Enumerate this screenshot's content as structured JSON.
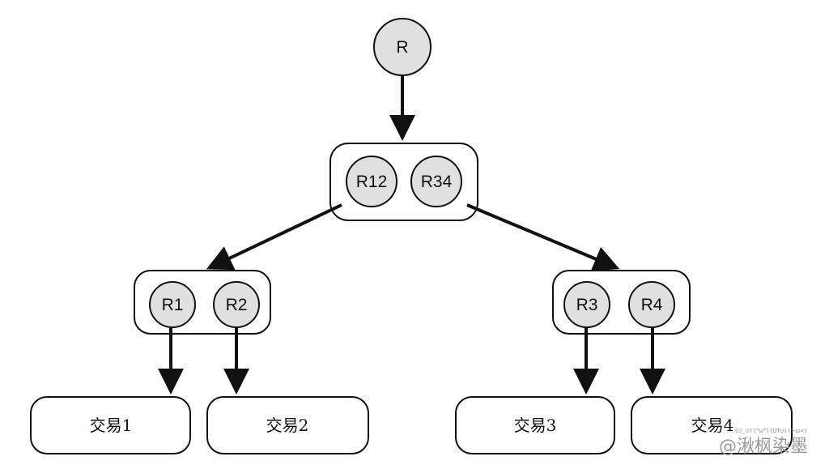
{
  "nodes": {
    "root": "R",
    "r12": "R12",
    "r34": "R34",
    "r1": "R1",
    "r2": "R2",
    "r3": "R3",
    "r4": "R4"
  },
  "leaves": [
    "交易1",
    "交易2",
    "交易3",
    "交易4"
  ],
  "watermark": {
    "text": "@湫枫染墨",
    "emoticons": "(⊙_⊙) (°ω°) (UT∪) (>ω<)"
  },
  "colors": {
    "node_fill": "#e0e0e0",
    "stroke": "#111111"
  }
}
